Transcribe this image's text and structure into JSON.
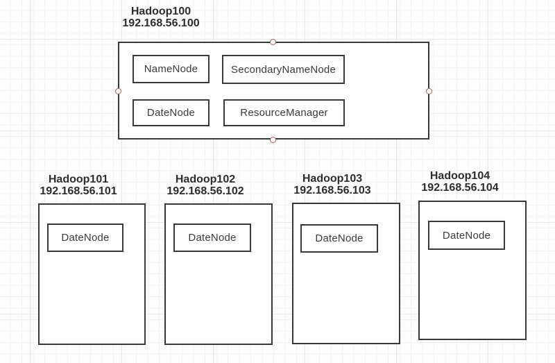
{
  "diagram": {
    "master": {
      "name": "Hadoop100",
      "ip": "192.168.56.100",
      "components": [
        "NameNode",
        "SecondaryNameNode",
        "DateNode",
        "ResourceManager"
      ]
    },
    "workers": [
      {
        "name": "Hadoop101",
        "ip": "192.168.56.101",
        "components": [
          "DateNode"
        ]
      },
      {
        "name": "Hadoop102",
        "ip": "192.168.56.102",
        "components": [
          "DateNode"
        ]
      },
      {
        "name": "Hadoop103",
        "ip": "192.168.56.103",
        "components": [
          "DateNode"
        ]
      },
      {
        "name": "Hadoop104",
        "ip": "192.168.56.104",
        "components": [
          "DateNode"
        ]
      }
    ],
    "colors": {
      "shape_border": "#383838",
      "text": "#3a3a3a",
      "title_text": "#2d2d2d",
      "selection_handle_border": "#a2605e",
      "selection_handle_fill": "#ffffff",
      "grid_minor": "#f2f2f2",
      "grid_major": "#e7e7e7",
      "canvas_background": "#fdfdfd"
    }
  }
}
